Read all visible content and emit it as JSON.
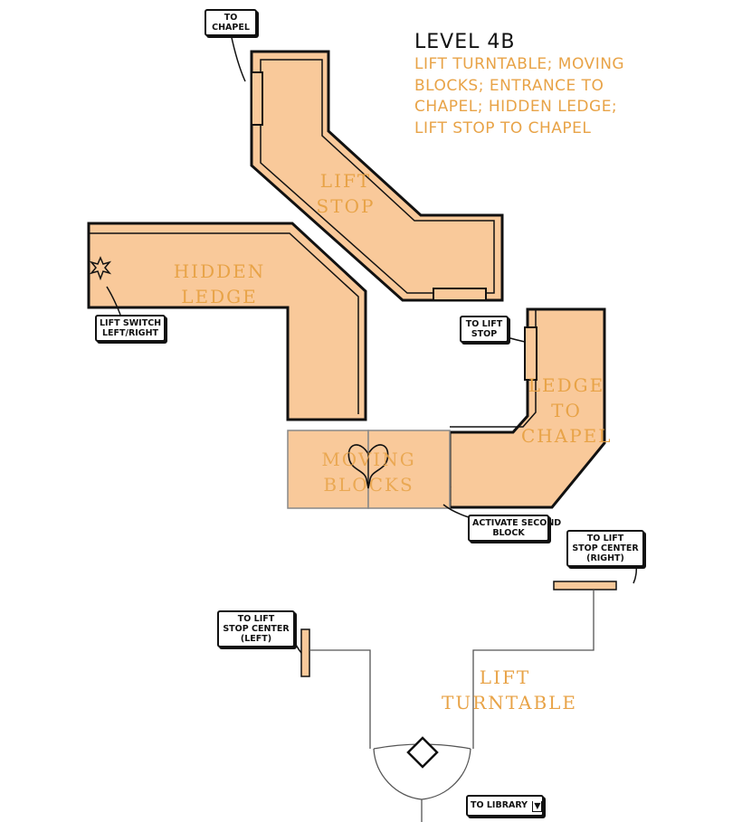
{
  "header": {
    "title": "LEVEL 4B",
    "subtitle_lines": [
      "LIFT TURNTABLE; MOVING",
      "BLOCKS; ENTRANCE TO",
      "CHAPEL; HIDDEN LEDGE;",
      "LIFT STOP TO CHAPEL"
    ]
  },
  "areas": {
    "lift_stop": [
      "LIFT",
      "STOP"
    ],
    "hidden_ledge": "HIDDEN LEDGE",
    "ledge_to_chapel": [
      "LEDGE",
      "TO",
      "CHAPEL"
    ],
    "moving_blocks": [
      "MOVING",
      "BLOCKS"
    ],
    "lift_turntable": [
      "LIFT",
      "TURNTABLE"
    ]
  },
  "callouts": {
    "to_chapel": [
      "TO",
      "CHAPEL"
    ],
    "lift_switch": [
      "LIFT SWITCH",
      "LEFT/RIGHT"
    ],
    "to_lift_stop": [
      "TO LIFT",
      "STOP"
    ],
    "activate_second_block": [
      "ACTIVATE SECOND",
      "BLOCK"
    ],
    "to_lift_stop_center_right": [
      "TO LIFT",
      "STOP CENTER",
      "(RIGHT)"
    ],
    "to_lift_stop_center_left": [
      "TO LIFT",
      "STOP CENTER",
      "(LEFT)"
    ],
    "to_library": "TO LIBRARY"
  },
  "colors": {
    "floor_fill": "#f9c99a",
    "label_orange": "#e8a347",
    "outline": "#111111"
  },
  "icons": {
    "switch_markers": "star-burst-icon",
    "heart": "heart-icon",
    "library_arrow": "down-arrow-icon"
  }
}
